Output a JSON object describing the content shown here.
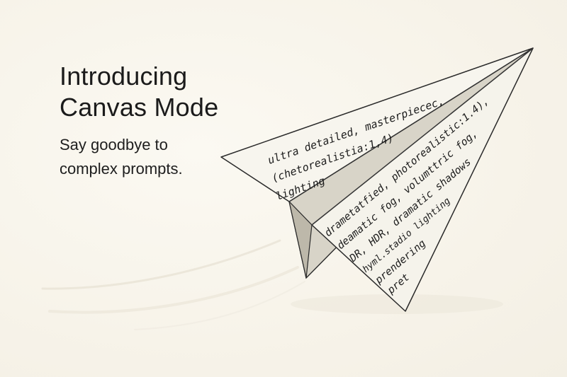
{
  "headline": {
    "line1": "Introducing",
    "line2": "Canvas Mode"
  },
  "subheadline": {
    "line1": "Say goodbye to",
    "line2": "complex prompts."
  },
  "illustration": {
    "subject": "paper-airplane",
    "upper_wing_text": [
      "ultra detailed, masterpiecec,",
      "(chetorealistia:1,4)",
      "lighting"
    ],
    "lower_wing_text": [
      "drametatfied, photorealistic:1.4),",
      "deamatic fog, volumttric fog,",
      "DR, HDR, dramatic shadows",
      "hyml.stadio lighting",
      "prendering",
      "pret"
    ]
  },
  "colors": {
    "background": "#f8f5ec",
    "text": "#1b1b1b",
    "paper": "#f6f4ec",
    "ink": "#1c1c1c"
  }
}
